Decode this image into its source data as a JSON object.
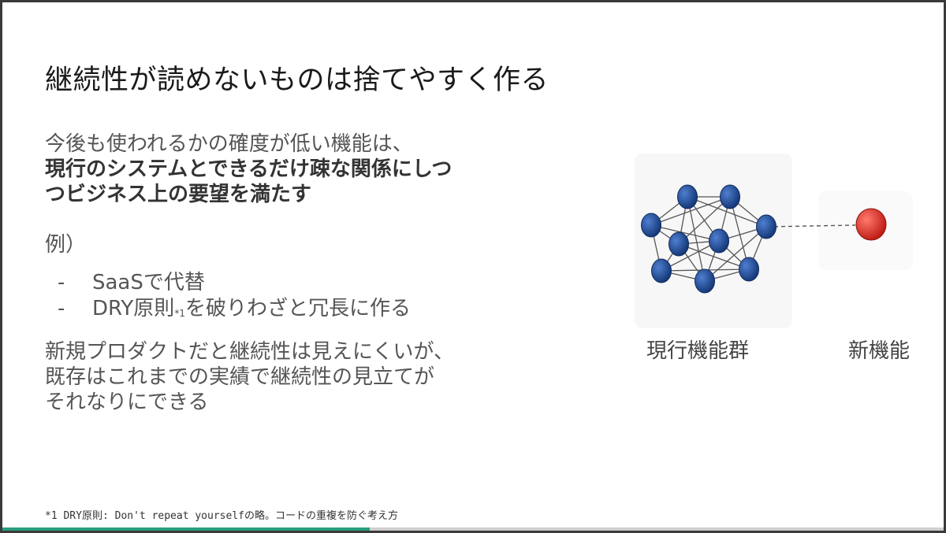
{
  "slide": {
    "title": "継続性が読めないものは捨てやすく作る",
    "intro_line1": "今後も使われるかの確度が低い機能は、",
    "intro_line2": "現行のシステムとできるだけ疎な関係にしつ",
    "intro_line3": "つビジネス上の要望を満たす",
    "example_label": "例）",
    "bullets": [
      {
        "dash": "-",
        "text": "SaaSで代替",
        "marker": ""
      },
      {
        "dash": "-",
        "text_before": "DRY原則",
        "marker": "*1",
        "text_after": "を破りわざと冗長に作る"
      }
    ],
    "note_line1": "新規プロダクトだと継続性は見えにくいが、",
    "note_line2": "既存はこれまでの実績で継続性の見立てが",
    "note_line3": "それなりにできる",
    "diagram": {
      "current_label": "現行機能群",
      "new_label": "新機能",
      "node_color": "#1f4fa0",
      "new_node_color": "#e03a2f",
      "edge_color": "#555555"
    },
    "footnote": "*1 DRY原則: Don't repeat yourselfの略。コードの重複を防ぐ考え方",
    "progress": 0.39
  }
}
